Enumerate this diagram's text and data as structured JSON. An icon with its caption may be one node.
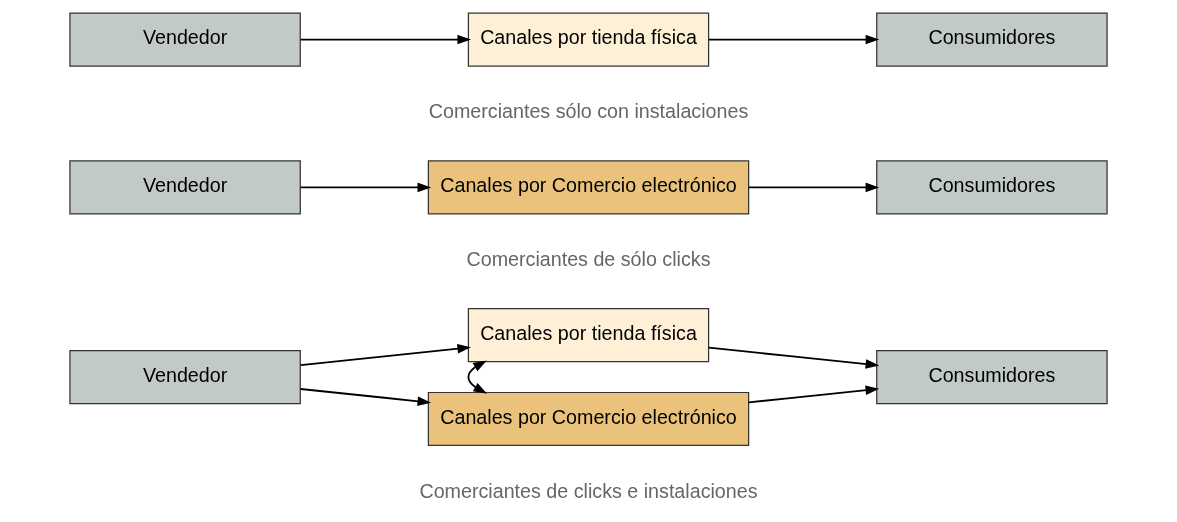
{
  "diagram": {
    "nodes": [
      {
        "text": [
          "Vendedor"
        ]
      },
      {
        "text": [
          "Canales por tienda física"
        ]
      },
      {
        "text": [
          "Consumidores"
        ]
      },
      {
        "text": [
          "Vendedor"
        ]
      },
      {
        "text": [
          "Canales por Comercio electrónico"
        ]
      },
      {
        "text": [
          "Consumidores"
        ]
      },
      {
        "text": [
          "Vendedor"
        ]
      },
      {
        "text": [
          "Canales por tienda física"
        ]
      },
      {
        "text": [
          "Canales por Comercio electrónico"
        ]
      },
      {
        "text": [
          "Consumidores"
        ]
      }
    ],
    "edges": [
      {
        "from": 0,
        "to": 1,
        "arrow": "to"
      },
      {
        "from": 1,
        "to": 2,
        "arrow": "to"
      },
      {
        "from": 3,
        "to": 4,
        "arrow": "to"
      },
      {
        "from": 4,
        "to": 5,
        "arrow": "to"
      },
      {
        "from": 6,
        "to": 7,
        "arrow": "to"
      },
      {
        "from": 6,
        "to": 8,
        "arrow": "to"
      },
      {
        "from": 7,
        "to": 8,
        "arrow": "both"
      },
      {
        "from": 7,
        "to": 9,
        "arrow": "to"
      },
      {
        "from": 8,
        "to": 9,
        "arrow": "to"
      }
    ],
    "labels": [
      "Comerciantes sólo con instalaciones",
      "Comerciantes de sólo clicks",
      "Comerciantes de clicks e instalaciones"
    ]
  }
}
